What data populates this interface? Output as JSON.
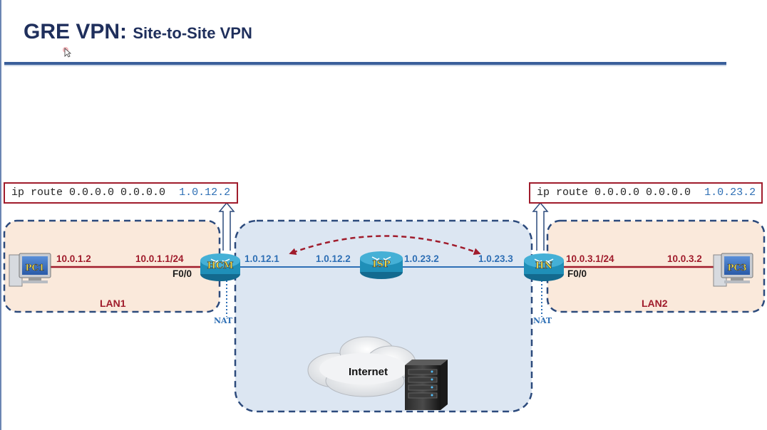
{
  "title": {
    "main": "GRE VPN:",
    "sub": "Site-to-Site VPN"
  },
  "commands": {
    "left": {
      "prefix": "ip route 0.0.0.0 0.0.0.0",
      "next_hop": "1.0.12.2"
    },
    "right": {
      "prefix": "ip route 0.0.0.0 0.0.0.0",
      "next_hop": "1.0.23.2"
    }
  },
  "devices": {
    "pc1": "PC1",
    "pc3": "PC3",
    "hcm": "HCM",
    "isp": "ISP",
    "hn": "HN"
  },
  "lan_labels": {
    "lan1": "LAN1",
    "lan2": "LAN2"
  },
  "ip_labels": {
    "pc1_ip": "10.0.1.2",
    "hcm_lan_ip": "10.0.1.1/24",
    "hcm_lan_iface": "F0/0",
    "hcm_wan_ip": "1.0.12.1",
    "isp_left_ip": "1.0.12.2",
    "isp_right_ip": "1.0.23.2",
    "hn_wan_ip": "1.0.23.3",
    "hn_lan_ip": "10.0.3.1/24",
    "hn_lan_iface": "F0/0",
    "pc3_ip": "10.0.3.2"
  },
  "nat_labels": {
    "left": "NAT",
    "right": "NAT"
  },
  "internet_label": "Internet",
  "colors": {
    "title": "#1f2f5c",
    "rule": "#3a5f9a",
    "lan_fill": "#fae9db",
    "internet_fill": "#dce6f2",
    "boundary": "#2c4a7c",
    "red_link": "#a01c2c",
    "blue_link": "#2e6fb5",
    "router": "#1f8fb8",
    "device_label": "#f6e04a"
  }
}
